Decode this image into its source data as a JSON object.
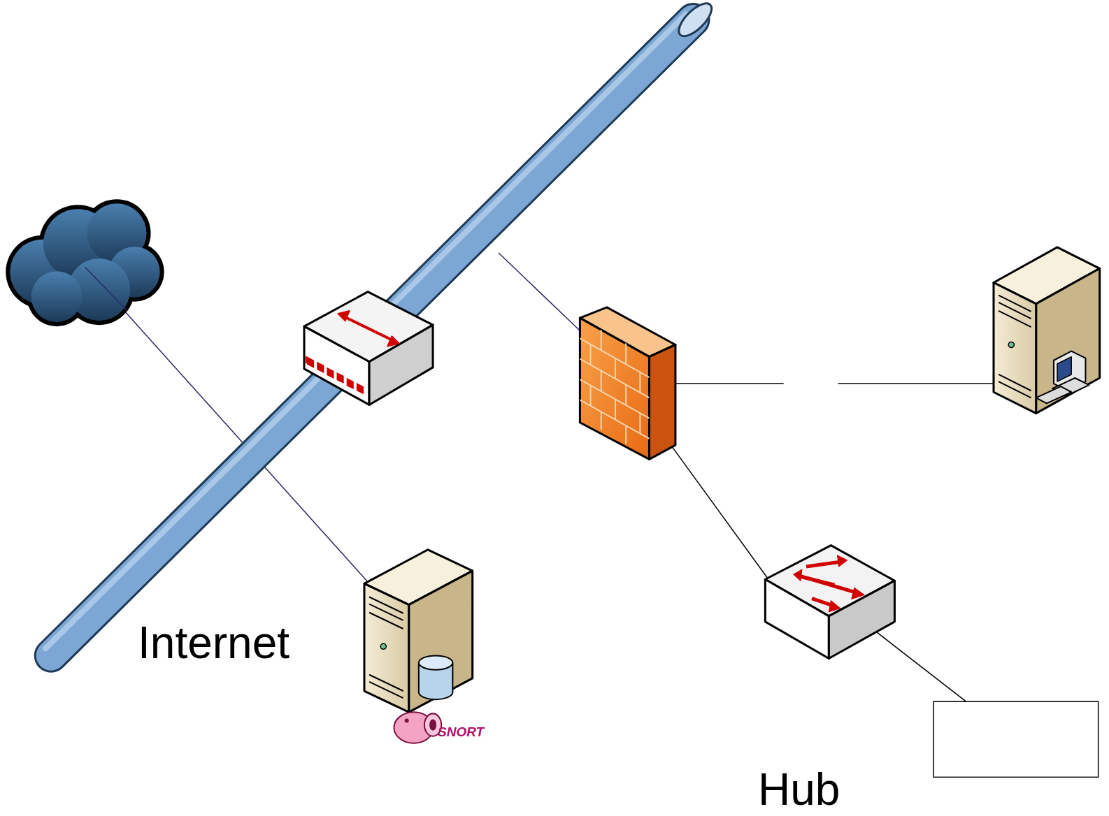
{
  "diagram": {
    "nodes": [
      {
        "text": [
          "Hub"
        ]
      }
    ],
    "labels": [
      "Internet",
      "SNORT"
    ]
  }
}
